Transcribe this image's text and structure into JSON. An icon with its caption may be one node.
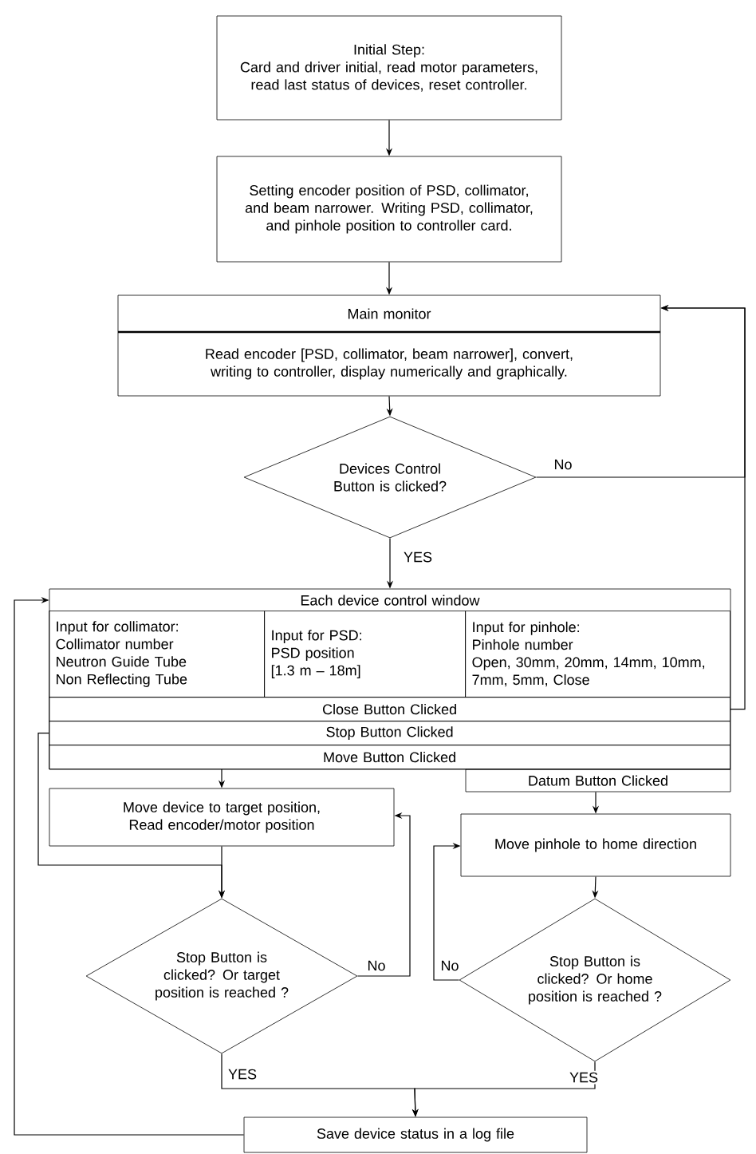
{
  "diagram": {
    "nodes": [
      {
        "text": [
          "Initial Step:",
          "Card and driver initial, read motor parameters, read last status of devices, reset controller."
        ]
      },
      {
        "text": [
          "Setting encoder position of PSD, collimator, and beam narrower. Writing PSD, collimator, and pinhole position to controller card."
        ]
      },
      {
        "text": [
          "Main monitor",
          "Read encoder [PSD, collimator, beam narrower], convert, writing to controller, display numerically and graphically."
        ]
      },
      {
        "text": [
          "Devices Control Button is clicked?"
        ]
      },
      {
        "text": [
          "Each device control window"
        ]
      },
      {
        "text": [
          "Input for collimator:",
          "Collimator number",
          "Neutron Guide Tube",
          "Non Reflecting Tube"
        ],
        "in": 4
      },
      {
        "text": [
          "Input for PSD:",
          "PSD position",
          "[1.3 m – 18m]"
        ],
        "in": 4
      },
      {
        "text": [
          "Input for pinhole:",
          "Pinhole number",
          "Open, 30mm, 20mm, 14mm, 10mm, 7mm, 5mm, Close"
        ],
        "in": 4
      },
      {
        "text": [
          "Close Button Clicked"
        ],
        "in": 4
      },
      {
        "text": [
          "Stop Button Clicked"
        ],
        "in": 4
      },
      {
        "text": [
          "Move Button Clicked"
        ],
        "in": 4
      },
      {
        "text": [
          "Datum Button Clicked"
        ]
      },
      {
        "text": [
          "Move device to target position, Read encoder/motor position"
        ]
      },
      {
        "text": [
          "Move pinhole to home direction"
        ]
      },
      {
        "text": [
          "Stop Button is clicked? Or target position is reached ?"
        ]
      },
      {
        "text": [
          "Stop Button is clicked? Or home position is reached ?"
        ]
      },
      {
        "text": [
          "Save device status in a log file"
        ]
      }
    ],
    "edges": [
      {
        "from": 0,
        "to": 1,
        "arrow": "to"
      },
      {
        "from": 1,
        "to": 2,
        "arrow": "to"
      },
      {
        "from": 2,
        "to": 3,
        "arrow": "to"
      },
      {
        "from": 3,
        "to": 2,
        "arrow": "to",
        "label": "No"
      },
      {
        "from": 3,
        "to": 4,
        "arrow": "to",
        "label": "YES"
      },
      {
        "from": 8,
        "to": 2,
        "arrow": "to"
      },
      {
        "from": 9,
        "to": 14,
        "arrow": "to"
      },
      {
        "from": 10,
        "to": 12,
        "arrow": "to"
      },
      {
        "from": 11,
        "to": 13,
        "arrow": "to"
      },
      {
        "from": 12,
        "to": 14,
        "arrow": "to"
      },
      {
        "from": 14,
        "to": 12,
        "arrow": "to",
        "label": "No"
      },
      {
        "from": 13,
        "to": 15,
        "arrow": "to"
      },
      {
        "from": 15,
        "to": 13,
        "arrow": "to",
        "label": "No"
      },
      {
        "from": 14,
        "to": 16,
        "arrow": "to",
        "label": "YES"
      },
      {
        "from": 15,
        "to": 16,
        "arrow": "to",
        "label": "YES"
      },
      {
        "from": 16,
        "to": 4,
        "arrow": "to"
      }
    ]
  }
}
